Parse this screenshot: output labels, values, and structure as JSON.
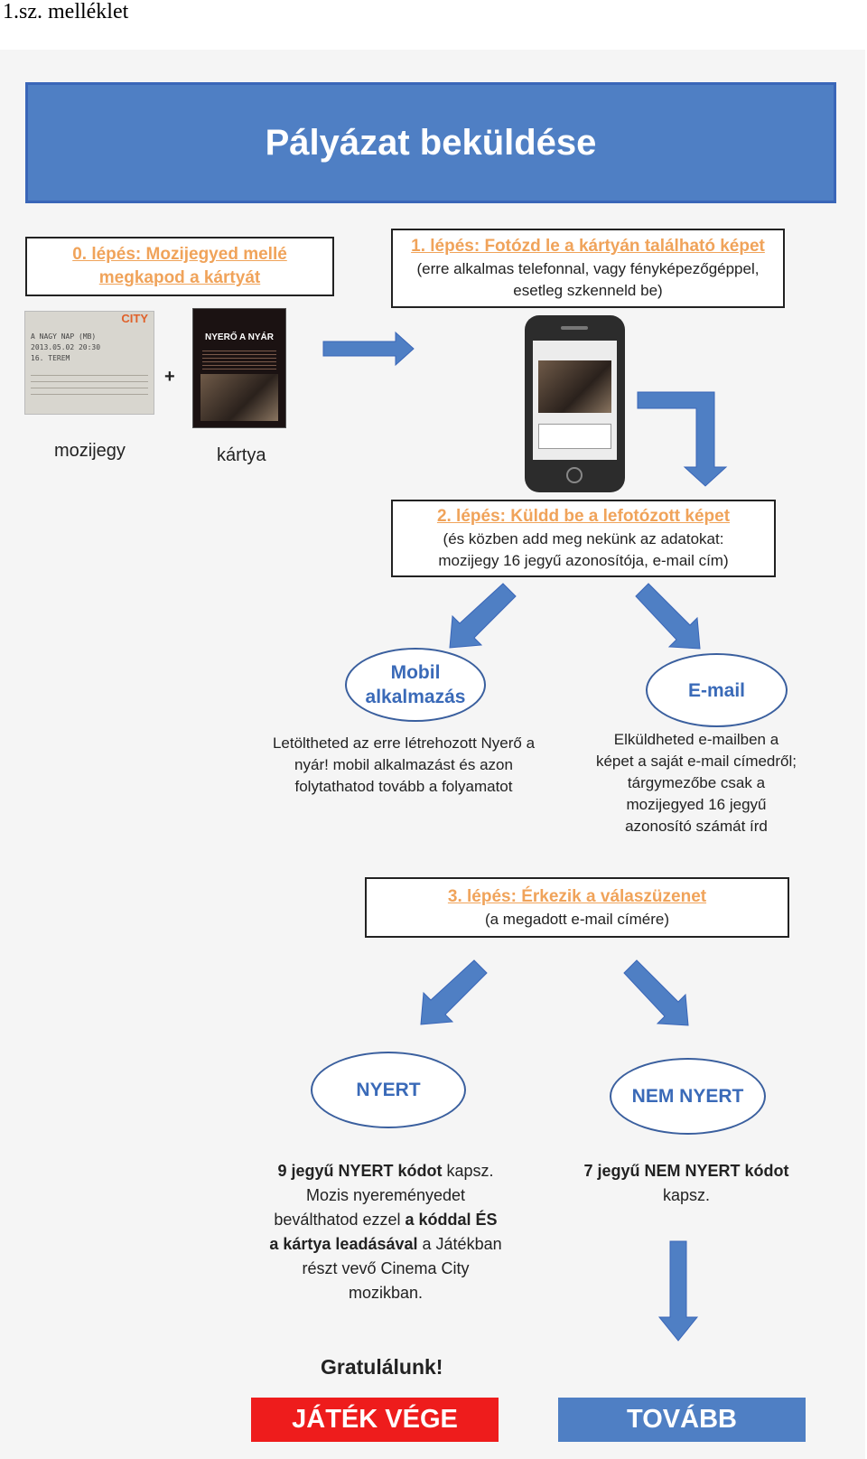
{
  "caption": "1.sz. melléklet",
  "banner_title": "Pályázat beküldése",
  "step0": {
    "title": "0. lépés: Mozijegyed mellé megkapod a kártyát"
  },
  "labels": {
    "ticket": "mozijegy",
    "card": "kártya",
    "plus": "+"
  },
  "ticket_thumb": {
    "brand": "CITY",
    "lines": [
      "A NAGY NAP (MB)",
      "2013.05.02 20:30",
      "16. TEREM"
    ]
  },
  "card_thumb": {
    "headline": "NYERŐ A NYÁR"
  },
  "step1": {
    "title": "1. lépés: Fotózd le a kártyán található képet",
    "sub": "(erre alkalmas telefonnal, vagy fényképezőgéppel, esetleg szkenneld be)"
  },
  "step2": {
    "title": "2. lépés: Küldd be a lefotózott képet",
    "sub": "(és közben add meg nekünk az adatokat: mozijegy 16 jegyű azonosítója, e-mail cím)"
  },
  "mobile": {
    "label": "Mobil alkalmazás",
    "desc": "Letöltheted az erre létrehozott Nyerő a nyár! mobil alkalmazást és azon folytathatod tovább a folyamatot"
  },
  "email": {
    "label": "E-mail",
    "desc": "Elküldheted e-mailben a képet a saját e-mail címedről; tárgymezőbe csak a mozijegyed 16 jegyű azonosító számát írd"
  },
  "step3": {
    "title": "3. lépés: Érkezik a válaszüzenet",
    "sub": "(a megadott e-mail címére)"
  },
  "win": {
    "label": "NYERT",
    "desc_bold1": "9 jegyű NYERT kódot",
    "desc_normal1": "kapsz. Mozis nyereményedet beválthatod ezzel",
    "desc_bold2": "a kóddal ÉS a kártya leadásával",
    "desc_normal2": "a Játékban részt vevő Cinema City mozikban.",
    "congrats": "Gratulálunk!",
    "button": "JÁTÉK VÉGE"
  },
  "lose": {
    "label": "NEM NYERT",
    "desc_bold": "7 jegyű NEM NYERT kódot",
    "desc_normal": "kapsz.",
    "button": "TOVÁBB"
  },
  "colors": {
    "banner": "#4f7fc4",
    "arrow": "#4f7fc4",
    "step_title": "#f0a35a",
    "end_button": "#ee1c1c",
    "next_button": "#4f7fc4"
  }
}
